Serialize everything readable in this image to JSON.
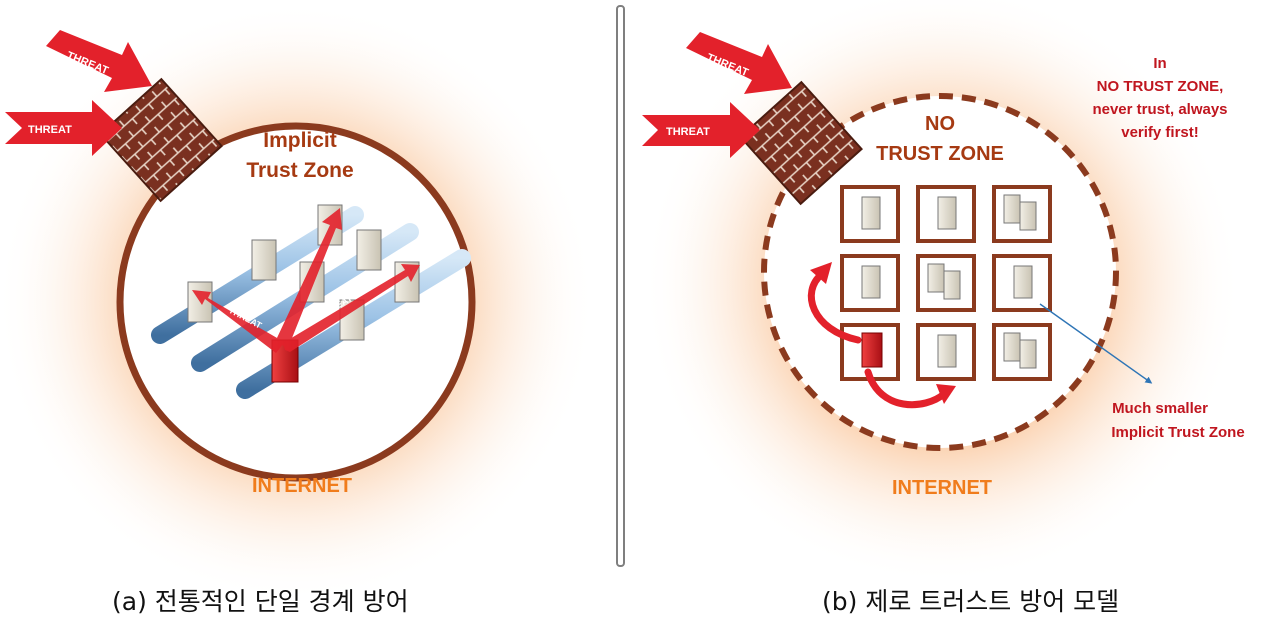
{
  "panel_a": {
    "threat_label_1": "THREAT",
    "threat_label_2": "THREAT",
    "zone_line1": "Implicit",
    "zone_line2": "Trust Zone",
    "internal_threat_1": "THREAT",
    "internal_threat_2": "THREAT",
    "internet_label": "INTERNET",
    "caption": "(a) 전통적인 단일 경계 방어"
  },
  "panel_b": {
    "threat_label_1": "THREAT",
    "threat_label_2": "THREAT",
    "zone_line1": "NO",
    "zone_line2": "TRUST ZONE",
    "note_line1": "In",
    "note_line2": "NO TRUST ZONE,",
    "note_line3": "never trust, always",
    "note_line4": "verify first!",
    "callout_line1": "Much smaller",
    "callout_line2": "Implicit Trust Zone",
    "internet_label": "INTERNET",
    "caption": "(b) 제로 트러스트 방어 모델"
  },
  "colors": {
    "threat_red": "#e3212b",
    "circle_brown": "#8b3a1e",
    "zone_text": "#a63a12",
    "internet_orange": "#f07c1c",
    "note_red": "#c0161f",
    "pipe_blue": "#9dc3e6",
    "glow_orange": "#f5a05a"
  }
}
